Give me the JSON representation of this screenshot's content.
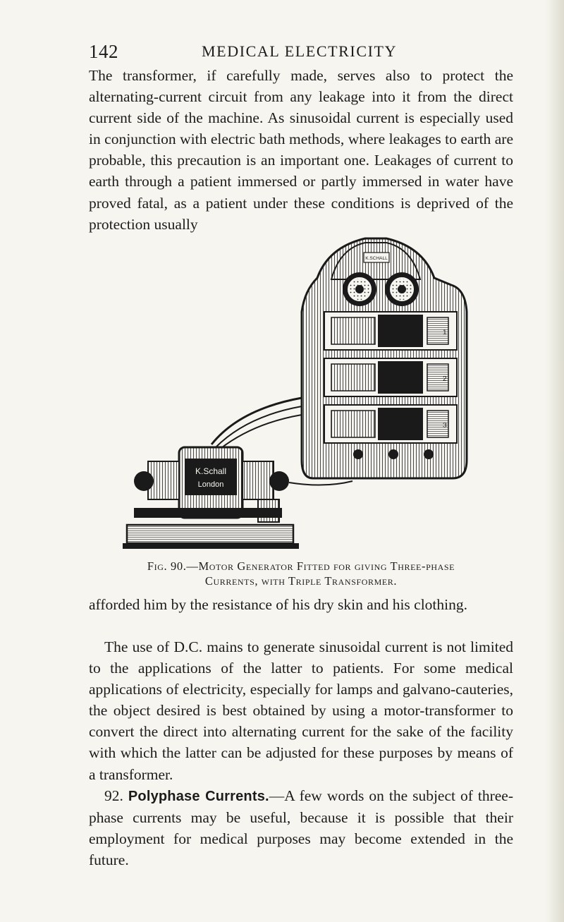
{
  "header": {
    "page_number": "142",
    "running_title": "MEDICAL ELECTRICITY"
  },
  "body": {
    "paragraph_1": "The transformer, if carefully made, serves also to protect the alternating-current circuit from any leakage into it from the direct current side of the machine. As sinusoidal current is especially used in conjunction with electric bath methods, where leakages to earth are probable, this precaution is an important one. Leakages of current to earth through a patient immersed or partly immersed in water have proved fatal, as a patient under these conditions is deprived of the protection usually",
    "paragraph_2": "afforded him by the resistance of his dry skin and his clothing.",
    "paragraph_3": "The use of D.C. mains to generate sinusoidal current is not limited to the applications of the latter to patients. For some medical applications of electricity, especially for lamps and galvano-cauteries, the object desired is best obtained by using a motor-transformer to convert the direct into alternating current for the sake of the facility with which the latter can be adjusted for these purposes by means of a transformer.",
    "section_number": "92.",
    "section_heading": "Polyphase Currents.",
    "paragraph_4_rest": "—A few words on the subject of three-phase currents may be useful, because it is possible that their employment for medical purposes may become extended in the future."
  },
  "figure": {
    "caption_line_1": "Fig. 90.—Motor Generator Fitted for giving Three-phase",
    "caption_line_2": "Currents, with Triple Transformer.",
    "machine_label_line_1": "K.Schall",
    "machine_label_line_2": "London",
    "plaque_label": "K.SCHALL",
    "transformer_numbers": [
      "1",
      "2",
      "3"
    ],
    "ink_color": "#1a1a1a"
  }
}
